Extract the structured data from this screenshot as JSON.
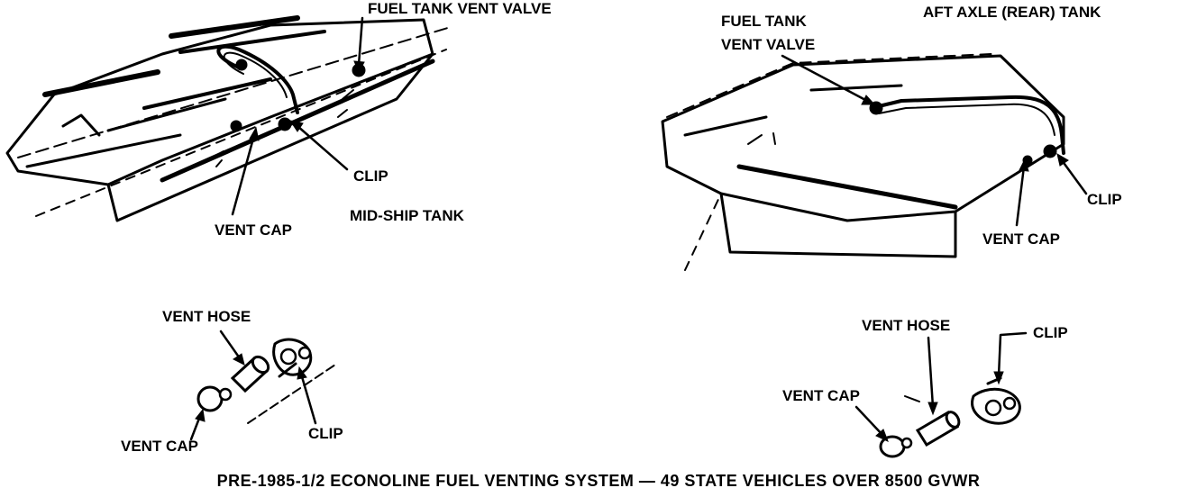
{
  "labels": {
    "midship_vent_valve": "FUEL TANK VENT VALVE",
    "midship_clip": "CLIP",
    "midship_vent_cap": "VENT CAP",
    "midship_title": "MID-SHIP TANK",
    "aft_vent_valve_line1": "FUEL TANK",
    "aft_vent_valve_line2": "VENT VALVE",
    "aft_title": "AFT AXLE (REAR) TANK",
    "aft_clip": "CLIP",
    "aft_vent_cap": "VENT CAP",
    "detail_left_vent_hose": "VENT HOSE",
    "detail_left_vent_cap": "VENT CAP",
    "detail_left_clip": "CLIP",
    "detail_right_vent_hose": "VENT HOSE",
    "detail_right_clip": "CLIP",
    "detail_right_vent_cap": "VENT CAP"
  },
  "caption": "PRE-1985-1/2 ECONOLINE FUEL VENTING SYSTEM — 49 STATE VEHICLES OVER 8500 GVWR"
}
